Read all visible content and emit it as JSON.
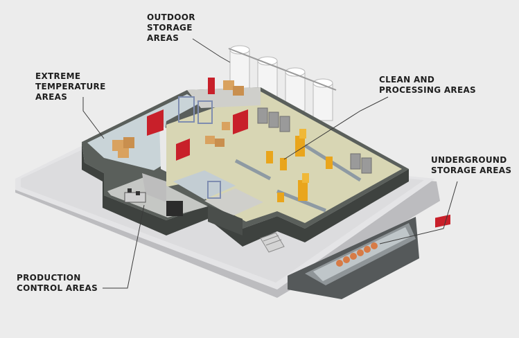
{
  "labels": {
    "outdoor": [
      "OUTDOOR",
      "STORAGE",
      "AREAS"
    ],
    "extreme": [
      "EXTREME",
      "TEMPERATURE",
      "AREAS"
    ],
    "clean": [
      "CLEAN AND",
      "PROCESSING AREAS"
    ],
    "underground": [
      "UNDERGROUND",
      "STORAGE AREAS"
    ],
    "production": [
      "PRODUCTION",
      "CONTROL AREAS"
    ]
  },
  "colors": {
    "background": "#ececec",
    "platform_top": "#e2e2e4",
    "platform_side": "#bcbcbf",
    "wall_dark": "#3e423f",
    "floor_main": "#d8d6b4",
    "floor_cold": "#c9d4d8",
    "door_red": "#c8202a",
    "robot_yellow": "#e9a51c",
    "box_tan": "#d9a25f",
    "tank_white": "#f4f4f4",
    "server_gray": "#9a9a9a"
  }
}
